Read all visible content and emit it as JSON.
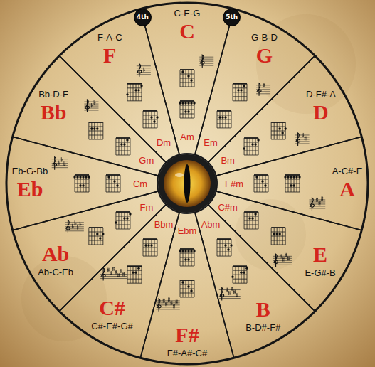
{
  "diagram": {
    "nodes": [
      {
        "text": [
          "4th"
        ]
      },
      {
        "text": [
          "5th"
        ]
      },
      {
        "text": [
          "C-E-G",
          "C",
          "Am"
        ]
      },
      {
        "text": [
          "G-B-D",
          "G",
          "Em"
        ]
      },
      {
        "text": [
          "D-F#-A",
          "D",
          "Bm"
        ]
      },
      {
        "text": [
          "A-C#-E",
          "A",
          "F#m"
        ]
      },
      {
        "text": [
          "E-G#-B",
          "E",
          "C#m"
        ]
      },
      {
        "text": [
          "B-D#-F#",
          "B",
          "Abm"
        ]
      },
      {
        "text": [
          "F#-A#-C#",
          "F#",
          "Ebm"
        ]
      },
      {
        "text": [
          "C#-E#-G#",
          "C#",
          "Bbm"
        ]
      },
      {
        "text": [
          "Ab-C-Eb",
          "Ab",
          "Fm"
        ]
      },
      {
        "text": [
          "Eb-G-Bb",
          "Eb",
          "Cm"
        ]
      },
      {
        "text": [
          "Bb-D-F",
          "Bb",
          "Gm"
        ]
      },
      {
        "text": [
          "F-A-C",
          "F",
          "Dm"
        ]
      }
    ]
  }
}
